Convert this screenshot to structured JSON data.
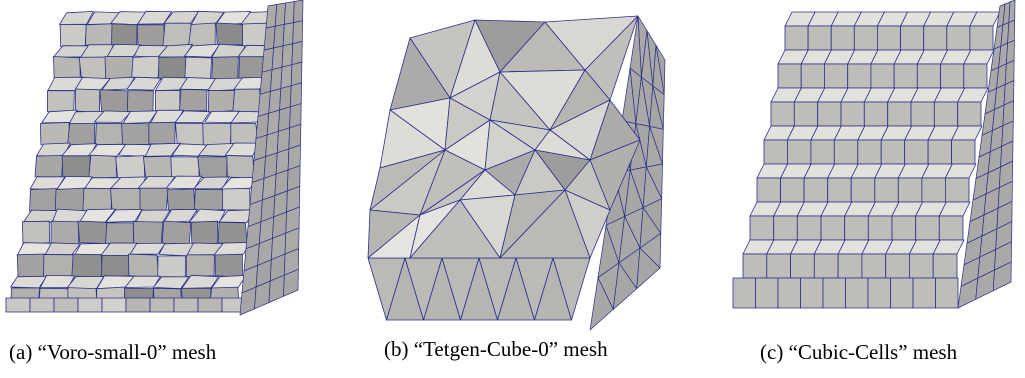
{
  "figure": {
    "panels": [
      {
        "id": "a",
        "caption": "(a) “Voro-small-0” mesh",
        "mesh": "voronoi"
      },
      {
        "id": "b",
        "caption": "(b) “Tetgen-Cube-0” mesh",
        "mesh": "tetrahedral"
      },
      {
        "id": "c",
        "caption": "(c) “Cubic-Cells” mesh",
        "mesh": "cubic"
      }
    ]
  },
  "colors": {
    "edge": "#2b2f8a",
    "face_light": "#e4e2dc",
    "face_mid": "#bdbcb7",
    "face_dark": "#8c8c8c",
    "side": "#9e9e9e"
  }
}
